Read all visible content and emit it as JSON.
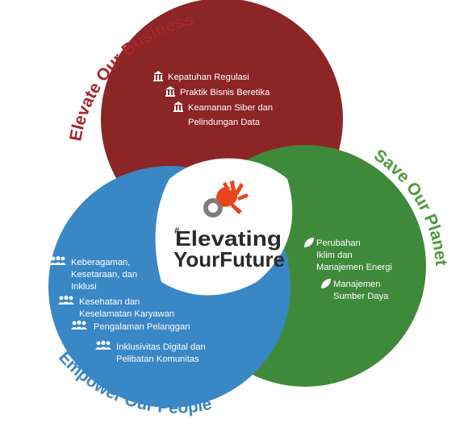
{
  "colors": {
    "business": "#8c2525",
    "business_text": "#a5262c",
    "planet": "#3f8a3a",
    "planet_text": "#4e9a3e",
    "people": "#3a87c6",
    "people_text": "#3a87c6",
    "center_bg": "#ffffff",
    "logo_orange": "#e8451f",
    "logo_grey": "#7d7d7d",
    "brand_text": "#2a2a2a"
  },
  "pillars": {
    "business": {
      "title": "Elevate Our Business",
      "icon": "bank-icon",
      "items": [
        "Kepatuhan Regulasi",
        "Praktik Bisnis Beretika",
        "Keamanan Siber dan",
        "Pelindungan Data"
      ]
    },
    "planet": {
      "title": "Save Our Planet",
      "icon": "leaf-icon",
      "items": [
        "Perubahan",
        "Iklim dan",
        "Manajemen Energi",
        "Manajemen",
        "Sumber Daya"
      ]
    },
    "people": {
      "title": "Empower Our People",
      "icon": "people-icon",
      "items": [
        "Keberagaman,",
        "Kesetaraan, dan",
        "Inklusi",
        "Kesehatan dan",
        "Keselamatan Karyawan",
        "Pengalaman Pelanggan",
        "Inklusivitas Digital dan",
        "Pelibatan Komunitas"
      ]
    }
  },
  "center": {
    "hash": "#",
    "line1": "Elevating",
    "line2": "YourFuture"
  }
}
